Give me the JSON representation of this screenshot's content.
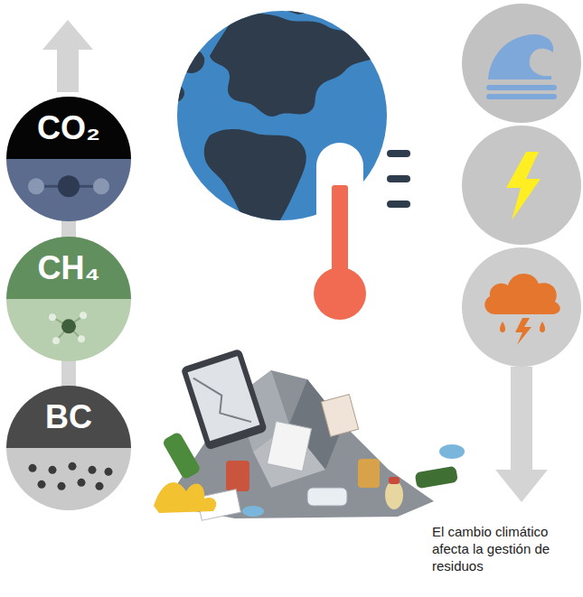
{
  "diagram": {
    "caption": "El cambio climático afecta la gestión de residuos",
    "nodes": [
      {
        "text": [
          "CO₂"
        ]
      },
      {
        "text": [
          "CH₄"
        ]
      },
      {
        "text": [
          "BC"
        ]
      }
    ],
    "edges": [
      {
        "from": 0,
        "to": 1,
        "arrow": "none"
      },
      {
        "from": 1,
        "to": 2,
        "arrow": "none"
      }
    ]
  }
}
